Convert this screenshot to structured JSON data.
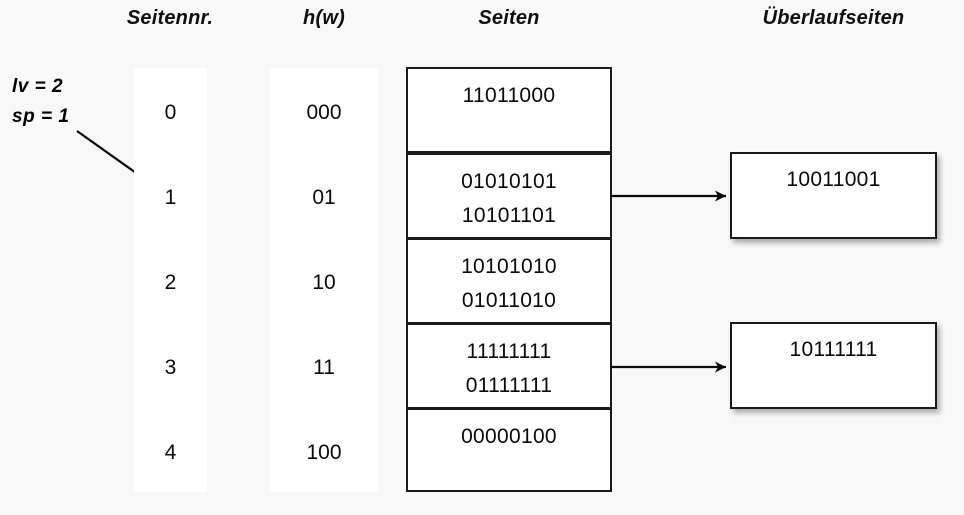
{
  "headers": {
    "seitennr": "Seitennr.",
    "hw": "h(w)",
    "seiten": "Seiten",
    "ueberlaufseiten": "Überlaufseiten"
  },
  "params": {
    "lv": "lv = 2",
    "sp": "sp = 1"
  },
  "rows": [
    {
      "seitennr": "0",
      "hw": "000"
    },
    {
      "seitennr": "1",
      "hw": "01"
    },
    {
      "seitennr": "2",
      "hw": "10"
    },
    {
      "seitennr": "3",
      "hw": "11"
    },
    {
      "seitennr": "4",
      "hw": "100"
    }
  ],
  "pages": [
    {
      "lines": [
        "11011000"
      ]
    },
    {
      "lines": [
        "01010101",
        "10101101"
      ]
    },
    {
      "lines": [
        "10101010",
        "01011010"
      ]
    },
    {
      "lines": [
        "11111111",
        "01111111"
      ]
    },
    {
      "lines": [
        "00000100"
      ]
    }
  ],
  "overflow_pages": [
    {
      "lines": [
        "10011001"
      ]
    },
    {
      "lines": [
        "10111111"
      ]
    }
  ],
  "colors": {
    "background": "#f8f8f8",
    "box_fill": "#ffffff",
    "stroke": "#1a1a1a",
    "text": "#0a0a0a"
  }
}
